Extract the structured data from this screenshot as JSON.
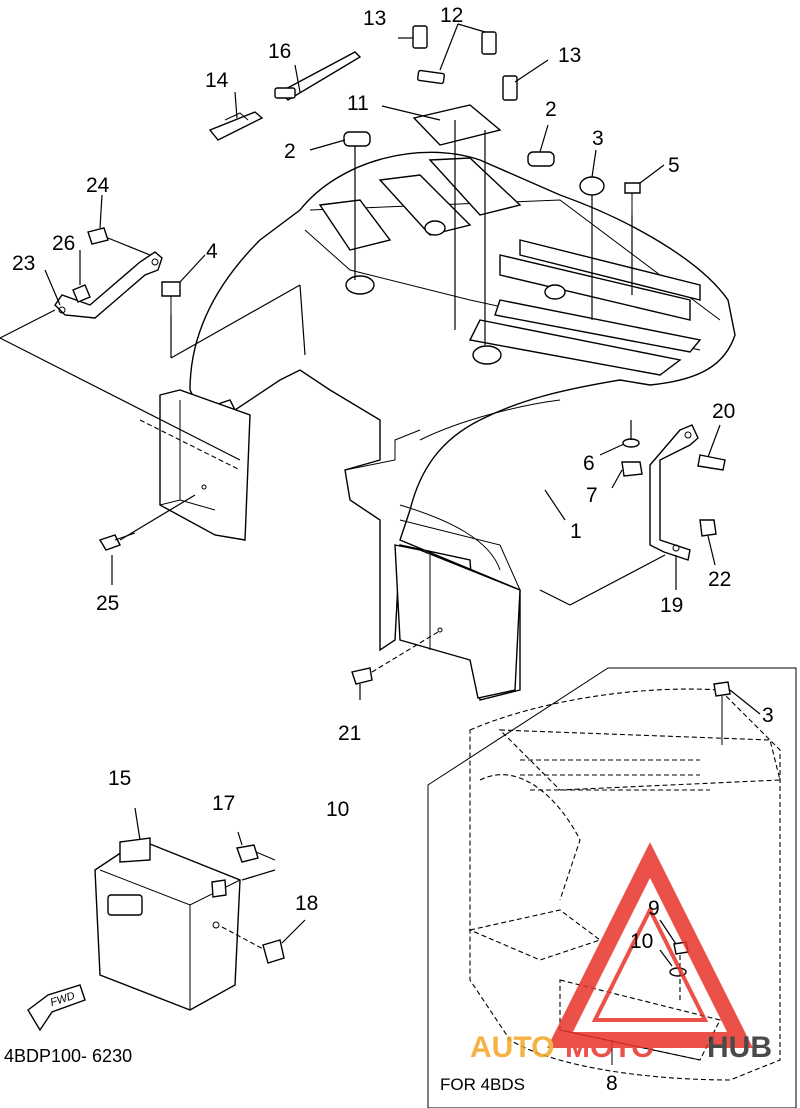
{
  "diagram": {
    "code": "4BDP100- 6230",
    "inset_label": "FOR 4BDS",
    "fwd_label": "FWD",
    "callouts": [
      "13",
      "12",
      "13",
      "16",
      "14",
      "11",
      "2",
      "2",
      "3",
      "5",
      "24",
      "26",
      "23",
      "4",
      "20",
      "6",
      "7",
      "1",
      "22",
      "19",
      "25",
      "21",
      "15",
      "17",
      "10",
      "18",
      "3",
      "9",
      "10",
      "8"
    ]
  },
  "watermark": {
    "text_a": "AUTO",
    "text_b": "MOTO",
    "text_c": "HUB",
    "color_a": "#f5a623",
    "color_b": "#e8332a",
    "color_c": "#2b2b2b",
    "triangle_color": "#e8332a"
  }
}
